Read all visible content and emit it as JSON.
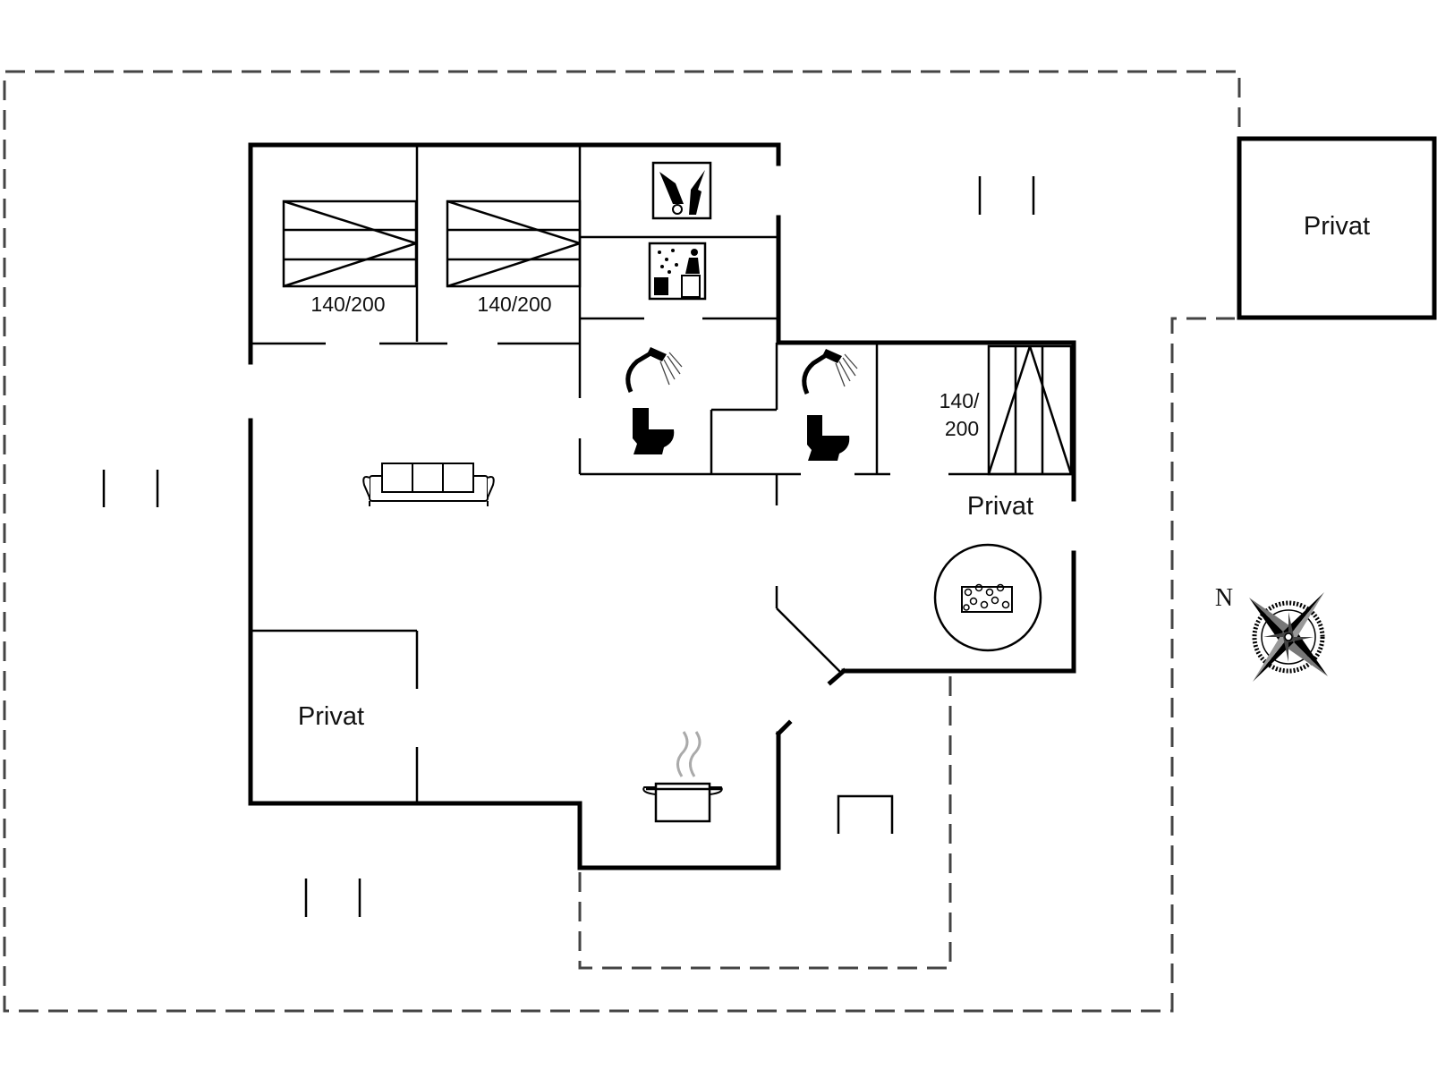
{
  "rooms": {
    "bedroom_1_bed": "140/200",
    "bedroom_2_bed": "140/200",
    "bedroom_3_bed_line1": "140/",
    "bedroom_3_bed_line2": "200",
    "private_annex": "Privat",
    "private_east": "Privat",
    "private_west": "Privat"
  },
  "compass": {
    "north_label": "N"
  },
  "icons": [
    "washing-machine-icon",
    "sauna-icon",
    "shower-icon",
    "toilet-icon",
    "sofa-icon",
    "hot-tub-icon",
    "cooking-pot-icon",
    "compass-rose-icon"
  ]
}
